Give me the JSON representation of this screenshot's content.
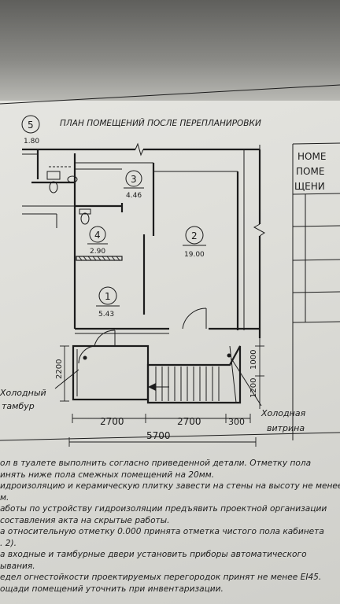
{
  "plan": {
    "title": "ПЛАН ПОМЕЩЕНИЙ ПОСЛЕ ПЕРЕПЛАНИРОВКИ",
    "rooms": [
      {
        "number": "1",
        "area": "5.43"
      },
      {
        "number": "2",
        "area": "19.00"
      },
      {
        "number": "3",
        "area": "4.46"
      },
      {
        "number": "4",
        "area": "2.90"
      },
      {
        "number": "5",
        "area": "1.80"
      }
    ],
    "labels": {
      "cold_vestibule_line1": "Холодный",
      "cold_vestibule_line2": "тамбур",
      "cold_showcase_line1": "Холодная",
      "cold_showcase_line2": "витрина"
    },
    "dimensions": {
      "d1": "2700",
      "d2": "2700",
      "d3": "300",
      "total": "5700",
      "left_height": "2200",
      "right_upper": "1000",
      "right_lower": "1200"
    }
  },
  "table_header": {
    "line1": "НОМЕ",
    "line2": "ПОМЕ",
    "line3": "ЩЕНИ"
  },
  "notes": [
    "ол в туалете выполнить согласно приведенной детали. Отметку пола",
    "инять ниже пола смежных помещений на 20мм.",
    "идроизоляцию и керамическую плитку завести на стены на высоту не менее",
    "м.",
    "аботы по устройству гидроизоляции предъявить проектной организации",
    "составления акта на скрытые работы.",
    "а относительную отметку 0.000 принята отметка чистого пола кабинета",
    ". 2).",
    "а входные и тамбурные двери установить приборы автоматического",
    "ывания.",
    "едел огнестойкости проектируемых перегородок принят не менее EI45.",
    "ощади помещений уточнить при инвентаризации."
  ]
}
